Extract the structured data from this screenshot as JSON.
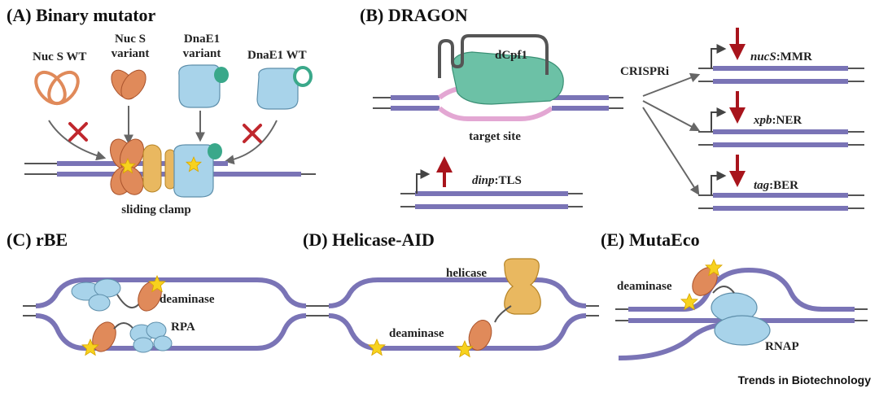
{
  "panels": {
    "a": {
      "title": "(A) Binary mutator",
      "nuc_wt": "Nuc S WT",
      "nuc_variant": [
        "Nuc S",
        "variant"
      ],
      "dnae1_variant": [
        "DnaE1",
        "variant"
      ],
      "dnae1_wt": "DnaE1 WT",
      "sliding_clamp": "sliding clamp"
    },
    "b": {
      "title": "(B)  DRAGON",
      "dcpf1": "dCpf1",
      "target_site": "target site",
      "crispri": "CRISPRi",
      "dinp_gene": "dinp",
      "dinp_suffix": ":TLS",
      "nucs_gene": "nucS",
      "nucs_suffix": ":MMR",
      "xpb_gene": "xpb",
      "xpb_suffix": ":NER",
      "tag_gene": "tag",
      "tag_suffix": ":BER"
    },
    "c": {
      "title": "(C)   rBE",
      "deaminase": "deaminase",
      "rpa": "RPA"
    },
    "d": {
      "title": "(D)  Helicase-AID",
      "helicase": "helicase",
      "deaminase": "deaminase"
    },
    "e": {
      "title": "(E)  MutaEco",
      "deaminase": "deaminase",
      "rnap": "RNAP"
    }
  },
  "credit": "Trends in Biotechnology",
  "colors": {
    "dna": "#7a74b6",
    "nuc": "#e08a5a",
    "clamp": "#e9b860",
    "dnae1": "#a8d3ea",
    "dnae1_tip": "#3aa88a",
    "dcpf1": "#6cc1a6",
    "cross": "#c0272d",
    "star": "#f7d21e"
  }
}
